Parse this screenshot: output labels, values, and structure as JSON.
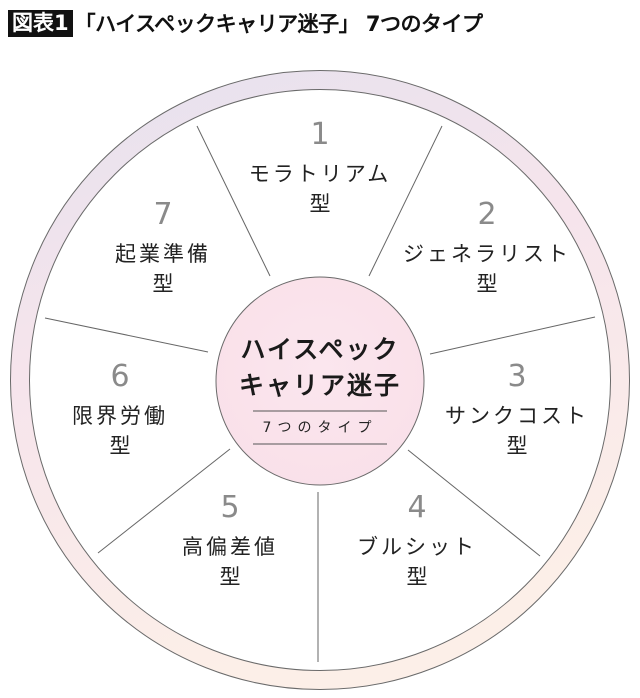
{
  "header": {
    "figure_label": "図表1",
    "title": "「ハイスペックキャリア迷子」 7つのタイプ"
  },
  "center": {
    "line1": "ハイスペック",
    "line2": "キャリア迷子",
    "subtitle": "7つのタイプ"
  },
  "types": [
    {
      "number": "1",
      "label": "モラトリアム",
      "suffix": "型"
    },
    {
      "number": "2",
      "label": "ジェネラリスト",
      "suffix": "型"
    },
    {
      "number": "3",
      "label": "サンクコスト",
      "suffix": "型"
    },
    {
      "number": "4",
      "label": "ブルシット",
      "suffix": "型"
    },
    {
      "number": "5",
      "label": "高偏差値",
      "suffix": "型"
    },
    {
      "number": "6",
      "label": "限界労働",
      "suffix": "型"
    },
    {
      "number": "7",
      "label": "起業準備",
      "suffix": "型"
    }
  ],
  "colors": {
    "ring_top": "#e8e4ee",
    "ring_bottom": "#fbeee9",
    "center_fill": "#fbe4ec",
    "number_gray": "#8a8a8a",
    "line": "#555555"
  }
}
